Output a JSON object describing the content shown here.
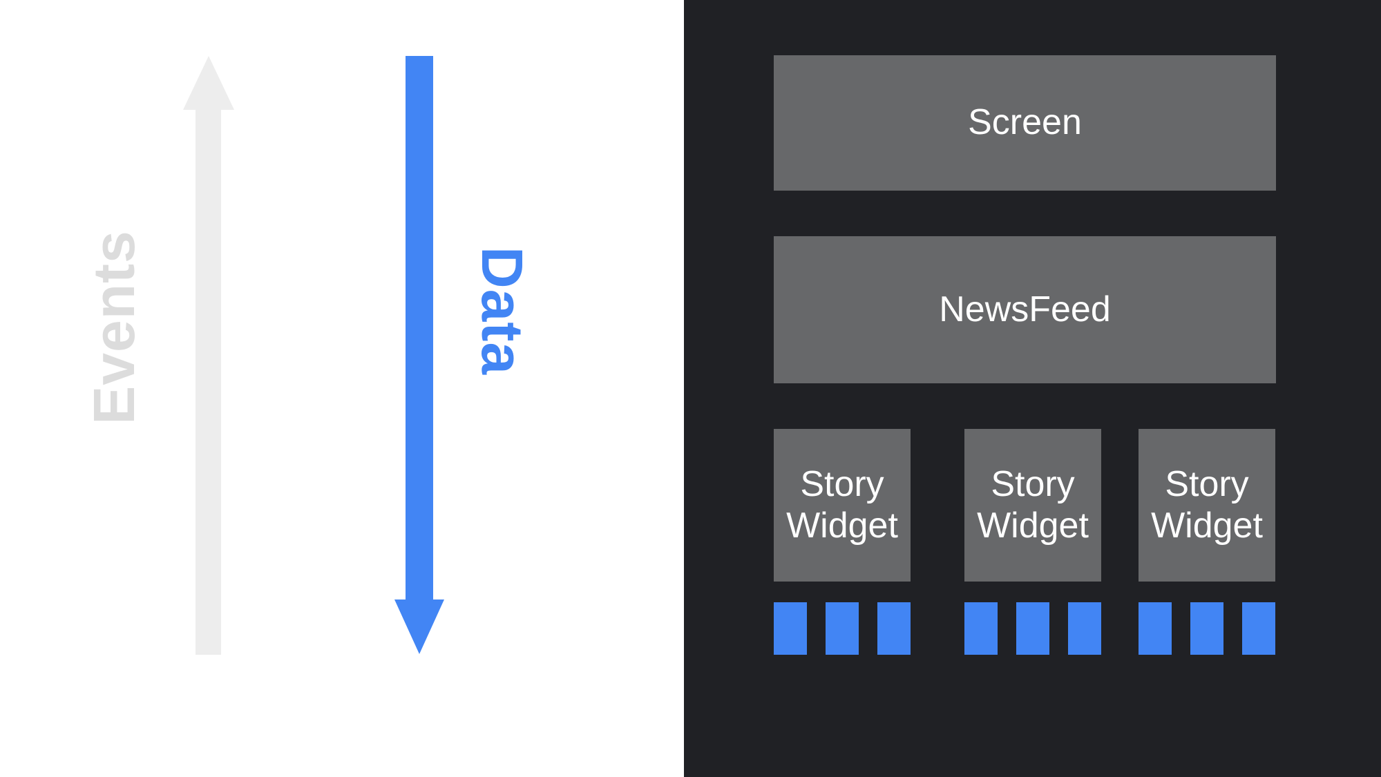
{
  "diagram": {
    "flow": {
      "events_label": "Events",
      "data_label": "Data"
    },
    "widget_tree": {
      "screen_label": "Screen",
      "newsfeed_label": "NewsFeed",
      "story_widgets": [
        "Story Widget",
        "Story Widget",
        "Story Widget"
      ],
      "data_blocks_per_widget": 3
    },
    "colors": {
      "data_blue": "#4285f4",
      "events_text_gray": "#dcdcdc",
      "events_arrow_gray": "#ededed",
      "panel_dark": "#202125",
      "widget_box_gray": "#67686a",
      "box_text_white": "#ffffff",
      "left_background": "#ffffff"
    }
  }
}
